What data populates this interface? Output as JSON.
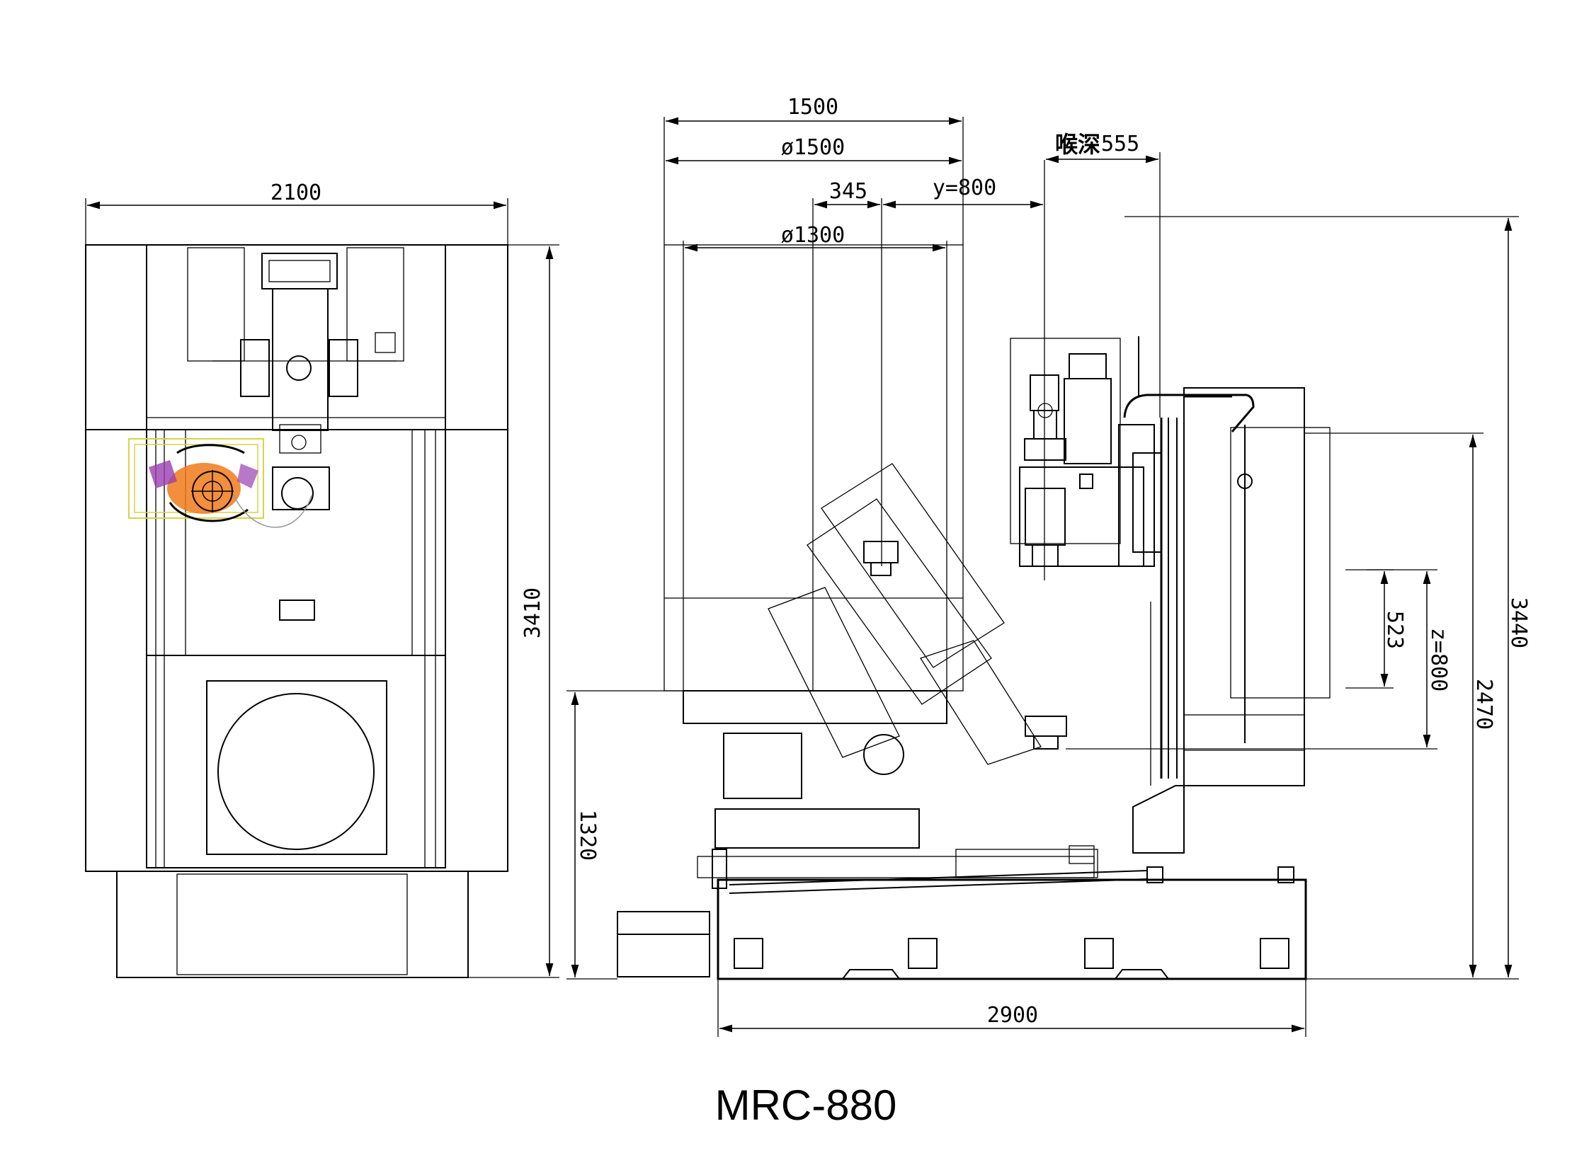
{
  "title": "MRC-880",
  "dimensions": {
    "front_width": "2100",
    "front_height": "3410",
    "table_width": "1500",
    "table_swing_dia": "ø1500",
    "table_dia": "ø1300",
    "offset": "345",
    "y_travel": "y=800",
    "throat_label": "喉深",
    "throat_value": "555",
    "overall_height": "3440",
    "spindle_height": "2470",
    "z_travel": "z=800",
    "spindle_offset": "523",
    "table_height": "1320",
    "base_length": "2900"
  },
  "colors": {
    "line": "#000000",
    "highlight_yellow": "#d9d24a",
    "highlight_orange": "#f07a1a",
    "highlight_purple": "#9a3fb0"
  }
}
